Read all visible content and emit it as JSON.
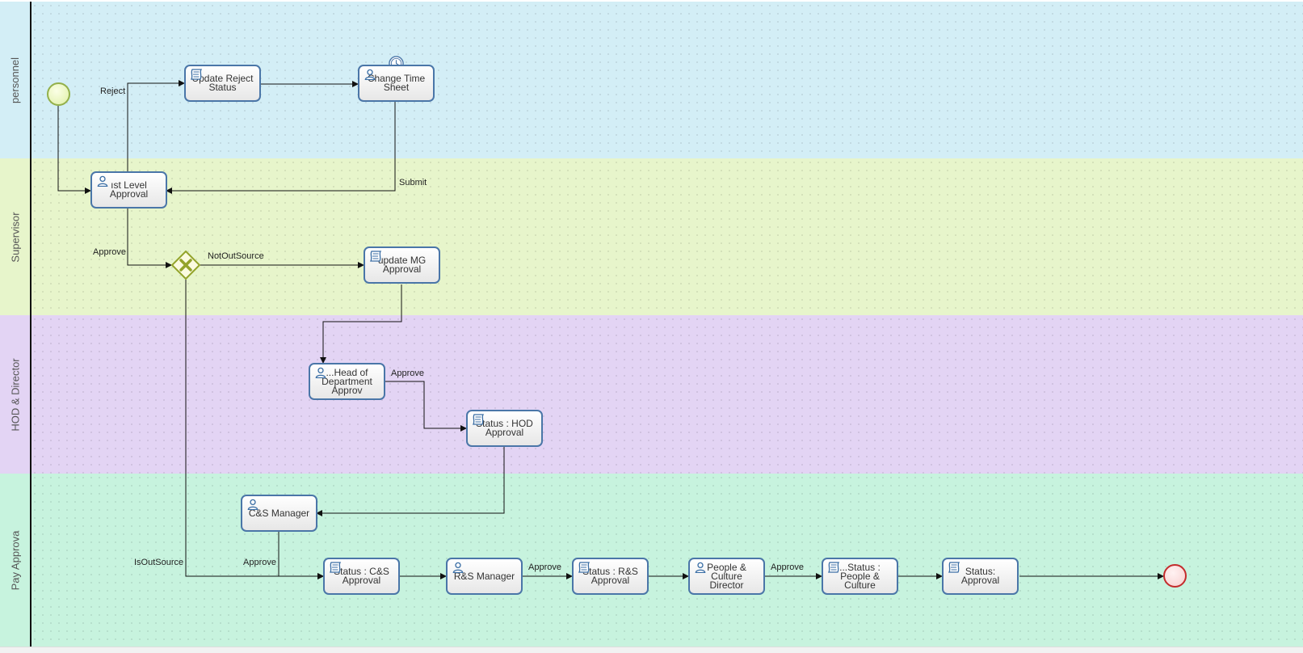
{
  "colors": {
    "lane_personnel": "#d3eef6",
    "lane_supervisor": "#e7f5cb",
    "lane_hod": "#e3d4f4",
    "lane_pay": "#c7f3de",
    "task_border": "#4a76a8",
    "start_border": "#93b04a",
    "end_border": "#c32c2c",
    "gateway": "#93a32a"
  },
  "lanes": [
    {
      "title": "personnel"
    },
    {
      "title": "Supervisor"
    },
    {
      "title": "HOD & Director"
    },
    {
      "title": "Pay Approva"
    }
  ],
  "tasks": {
    "first_level": {
      "label": "ıst Level\nApproval",
      "icon": "user-icon"
    },
    "update_reject": {
      "label": "Update Reject\nStatus",
      "icon": "script-icon"
    },
    "change_time": {
      "label": "Change Time\nSheet",
      "icon": "user-icon"
    },
    "update_mg": {
      "label": "update MG\nApproval",
      "icon": "script-icon"
    },
    "head_dept": {
      "label": "...Head of\nDepartment\nApprov",
      "icon": "user-icon"
    },
    "status_hod": {
      "label": "Status : HOD\nApproval",
      "icon": "script-icon"
    },
    "cs_manager": {
      "label": "C&S Manager",
      "icon": "user-icon"
    },
    "status_cs": {
      "label": "Status : C&S\nApproval",
      "icon": "script-icon"
    },
    "rs_manager": {
      "label": "R&S Manager",
      "icon": "user-icon"
    },
    "status_rs": {
      "label": "Status : R&S\nApproval",
      "icon": "script-icon"
    },
    "pc_director": {
      "label": "People & Culture\nDirector",
      "icon": "user-icon"
    },
    "status_pc": {
      "label": "...Status :\nPeople & Culture",
      "icon": "script-icon"
    },
    "status_approval": {
      "label": "Status: Approval",
      "icon": "script-icon"
    }
  },
  "events": {
    "start": {
      "icon": "start-event-icon"
    },
    "end": {
      "icon": "end-event-icon"
    },
    "timer": {
      "icon": "timer-icon"
    }
  },
  "gateway": {
    "icon": "exclusive-gateway-icon"
  },
  "flow_labels": {
    "reject": "Reject",
    "submit": "Submit",
    "approve_1": "Approve",
    "not_out_source": "NotOutSource",
    "approve_hod": "Approve",
    "is_out_source": "IsOutSource",
    "approve_cs": "Approve",
    "approve_rs": "Approve",
    "approve_pc": "Approve"
  }
}
